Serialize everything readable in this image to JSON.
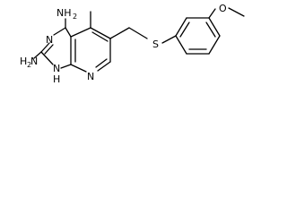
{
  "molecule": {
    "labels": {
      "amine_top": {
        "main": "NH",
        "sub": "2"
      },
      "amine_left": {
        "main": "H",
        "sub": "2",
        "tail": "N"
      },
      "ring_n_top": "N",
      "ring_nh": {
        "main": "N",
        "h": "H"
      },
      "ring_n_bottom": "N",
      "sulfur": "S",
      "oxygen": "O"
    }
  }
}
